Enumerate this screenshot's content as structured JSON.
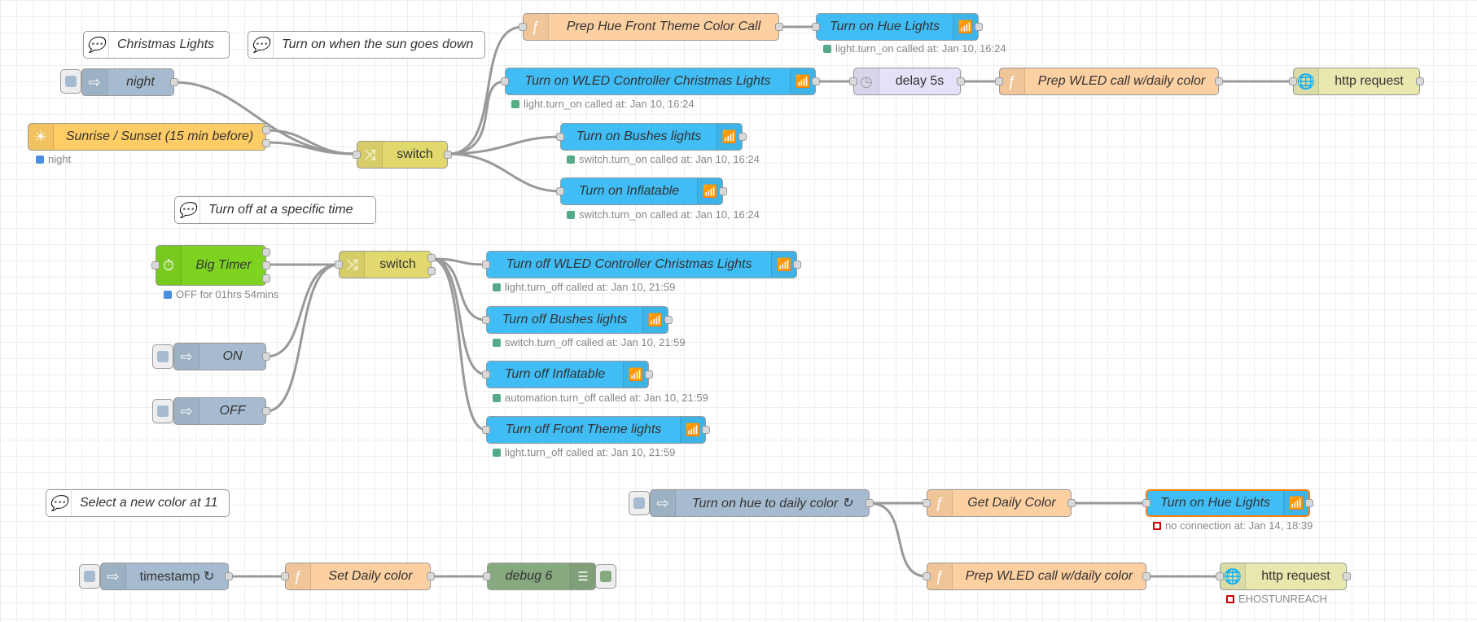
{
  "comments": {
    "christmas_lights": "Christmas Lights",
    "sun_down": "Turn on when the sun goes down",
    "specific_time": "Turn off at a specific time",
    "new_color": "Select a new color at 11"
  },
  "flow1": {
    "night_inject": "night",
    "sunrise": "Sunrise / Sunset (15 min before)",
    "sunrise_status": "night",
    "switch": "switch",
    "prep_hue": "Prep Hue Front Theme Color Call",
    "hue_lights": "Turn on Hue Lights",
    "hue_status": "light.turn_on called at: Jan 10, 16:24",
    "wled": "Turn on WLED Controller Christmas Lights",
    "wled_status": "light.turn_on called at: Jan 10, 16:24",
    "delay": "delay 5s",
    "prep_wled": "Prep WLED call w/daily color",
    "http": "http request",
    "bushes": "Turn on Bushes lights",
    "bushes_status": "switch.turn_on called at: Jan 10, 16:24",
    "inflatable": "Turn on Inflatable",
    "inflatable_status": "switch.turn_on called at: Jan 10, 16:24"
  },
  "flow2": {
    "big_timer": "Big Timer",
    "timer_status": "OFF for 01hrs 54mins",
    "on_inject": "ON",
    "off_inject": "OFF",
    "switch": "switch",
    "wled_off": "Turn off WLED Controller Christmas Lights",
    "wled_off_status": "light.turn_off called at: Jan 10, 21:59",
    "bushes_off": "Turn off Bushes lights",
    "bushes_off_status": "switch.turn_off called at: Jan 10, 21:59",
    "inflatable_off": "Turn off Inflatable",
    "inflatable_off_status": "automation.turn_off called at: Jan 10, 21:59",
    "front_off": "Turn off Front Theme lights",
    "front_off_status": "light.turn_off called at: Jan 10, 21:59"
  },
  "flow3": {
    "hue_daily_inject": "Turn on hue to daily color ↻",
    "get_daily": "Get Daily Color",
    "hue_lights": "Turn on Hue Lights",
    "hue_status": "no connection at: Jan 14, 18:39",
    "prep_wled": "Prep WLED call w/daily color",
    "http": "http request",
    "http_status": "EHOSTUNREACH",
    "timestamp": "timestamp ↻",
    "set_daily": "Set Daily color",
    "debug": "debug 6"
  },
  "colors": {
    "function": "#fdd0a2",
    "inject": "#a6bbcf",
    "home_assistant": "#41bdf5",
    "switch": "#e2d96e",
    "delay": "#e6e0f8",
    "http": "#e7e7ae",
    "debug": "#87a980",
    "sunrise": "#ffcc66",
    "big_timer": "#7ed321",
    "status_ok": "#55aa88",
    "status_info": "#4a90e2",
    "status_error": "#cc0000"
  }
}
